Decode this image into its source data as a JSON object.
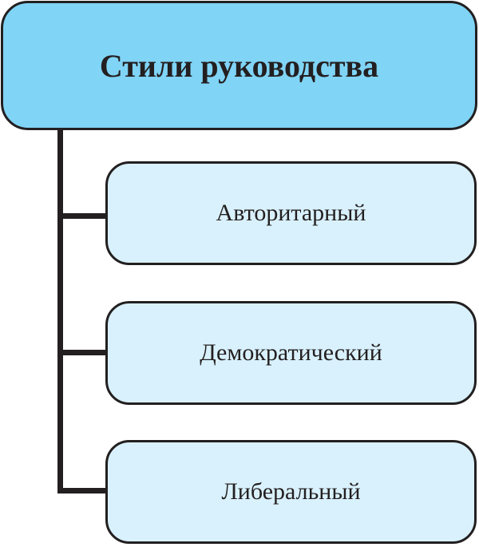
{
  "root": {
    "label": "Стили руководства"
  },
  "children": [
    {
      "label": "Авторитарный"
    },
    {
      "label": "Демократический"
    },
    {
      "label": "Либеральный"
    }
  ],
  "colors": {
    "root_fill": "#80d4f6",
    "child_fill": "#d9f1fc",
    "stroke": "#231f20"
  }
}
